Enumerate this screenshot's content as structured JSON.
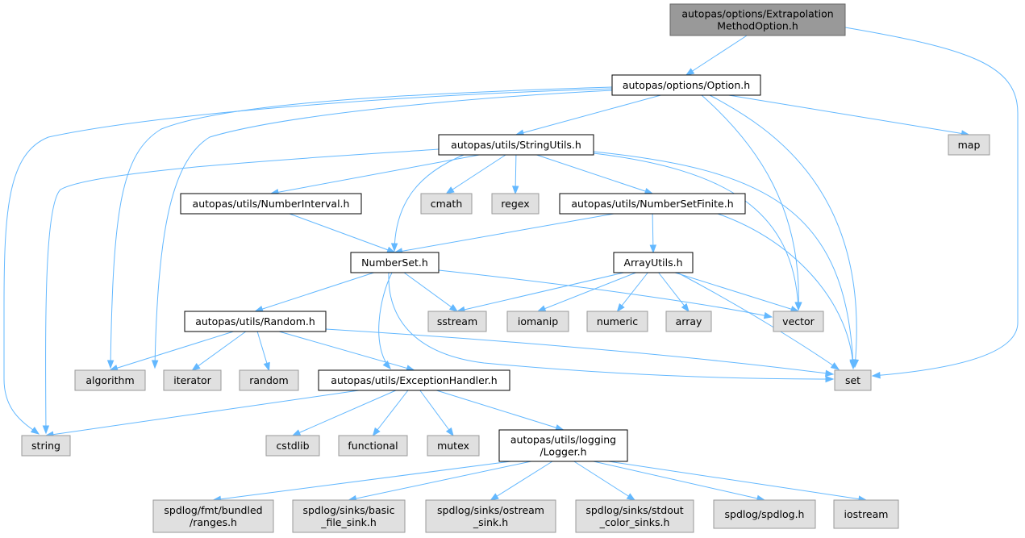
{
  "diagram": {
    "colors": {
      "root_fill": "#999999",
      "root_stroke": "#666666",
      "header_fill": "#ffffff",
      "header_stroke": "#000000",
      "system_fill": "#e0e0e0",
      "system_stroke": "#999999",
      "edge": "#63b8ff"
    },
    "nodes": [
      {
        "id": "extrapolation",
        "kind": "root",
        "lines": [
          "autopas/options/Extrapolation",
          "MethodOption.h"
        ]
      },
      {
        "id": "option",
        "kind": "header",
        "lines": [
          "autopas/options/Option.h"
        ]
      },
      {
        "id": "map",
        "kind": "system",
        "lines": [
          "map"
        ]
      },
      {
        "id": "stringutils",
        "kind": "header",
        "lines": [
          "autopas/utils/StringUtils.h"
        ]
      },
      {
        "id": "numberinterval",
        "kind": "header",
        "lines": [
          "autopas/utils/NumberInterval.h"
        ]
      },
      {
        "id": "cmath",
        "kind": "system",
        "lines": [
          "cmath"
        ]
      },
      {
        "id": "regex",
        "kind": "system",
        "lines": [
          "regex"
        ]
      },
      {
        "id": "numbersetfinite",
        "kind": "header",
        "lines": [
          "autopas/utils/NumberSetFinite.h"
        ]
      },
      {
        "id": "numberset",
        "kind": "header",
        "lines": [
          "NumberSet.h"
        ]
      },
      {
        "id": "arrayutils",
        "kind": "header",
        "lines": [
          "ArrayUtils.h"
        ]
      },
      {
        "id": "random_h",
        "kind": "header",
        "lines": [
          "autopas/utils/Random.h"
        ]
      },
      {
        "id": "sstream",
        "kind": "system",
        "lines": [
          "sstream"
        ]
      },
      {
        "id": "iomanip",
        "kind": "system",
        "lines": [
          "iomanip"
        ]
      },
      {
        "id": "numeric",
        "kind": "system",
        "lines": [
          "numeric"
        ]
      },
      {
        "id": "array",
        "kind": "system",
        "lines": [
          "array"
        ]
      },
      {
        "id": "vector",
        "kind": "system",
        "lines": [
          "vector"
        ]
      },
      {
        "id": "algorithm",
        "kind": "system",
        "lines": [
          "algorithm"
        ]
      },
      {
        "id": "iterator",
        "kind": "system",
        "lines": [
          "iterator"
        ]
      },
      {
        "id": "random",
        "kind": "system",
        "lines": [
          "random"
        ]
      },
      {
        "id": "exceptionhandler",
        "kind": "header",
        "lines": [
          "autopas/utils/ExceptionHandler.h"
        ]
      },
      {
        "id": "set",
        "kind": "system",
        "lines": [
          "set"
        ]
      },
      {
        "id": "string",
        "kind": "system",
        "lines": [
          "string"
        ]
      },
      {
        "id": "cstdlib",
        "kind": "system",
        "lines": [
          "cstdlib"
        ]
      },
      {
        "id": "functional",
        "kind": "system",
        "lines": [
          "functional"
        ]
      },
      {
        "id": "mutex",
        "kind": "system",
        "lines": [
          "mutex"
        ]
      },
      {
        "id": "logger",
        "kind": "header",
        "lines": [
          "autopas/utils/logging",
          "/Logger.h"
        ]
      },
      {
        "id": "ranges",
        "kind": "system",
        "lines": [
          "spdlog/fmt/bundled",
          "/ranges.h"
        ]
      },
      {
        "id": "basicfilesink",
        "kind": "system",
        "lines": [
          "spdlog/sinks/basic",
          "_file_sink.h"
        ]
      },
      {
        "id": "ostreamsink",
        "kind": "system",
        "lines": [
          "spdlog/sinks/ostream",
          "_sink.h"
        ]
      },
      {
        "id": "stdoutcolorsinks",
        "kind": "system",
        "lines": [
          "spdlog/sinks/stdout",
          "_color_sinks.h"
        ]
      },
      {
        "id": "spdlog",
        "kind": "system",
        "lines": [
          "spdlog/spdlog.h"
        ]
      },
      {
        "id": "iostream",
        "kind": "system",
        "lines": [
          "iostream"
        ]
      }
    ],
    "edges": [
      {
        "from": "extrapolation",
        "to": "option"
      },
      {
        "from": "extrapolation",
        "to": "set"
      },
      {
        "from": "option",
        "to": "stringutils"
      },
      {
        "from": "option",
        "to": "map"
      },
      {
        "from": "option",
        "to": "vector"
      },
      {
        "from": "option",
        "to": "set"
      },
      {
        "from": "option",
        "to": "string"
      },
      {
        "from": "option",
        "to": "algorithm"
      },
      {
        "from": "option",
        "to": "iterator"
      },
      {
        "from": "stringutils",
        "to": "numberinterval"
      },
      {
        "from": "stringutils",
        "to": "cmath"
      },
      {
        "from": "stringutils",
        "to": "regex"
      },
      {
        "from": "stringutils",
        "to": "numbersetfinite"
      },
      {
        "from": "stringutils",
        "to": "numberset"
      },
      {
        "from": "stringutils",
        "to": "string"
      },
      {
        "from": "stringutils",
        "to": "vector"
      },
      {
        "from": "stringutils",
        "to": "set"
      },
      {
        "from": "numberinterval",
        "to": "numberset"
      },
      {
        "from": "numbersetfinite",
        "to": "numberset"
      },
      {
        "from": "numbersetfinite",
        "to": "arrayutils"
      },
      {
        "from": "numbersetfinite",
        "to": "set"
      },
      {
        "from": "numberset",
        "to": "random_h"
      },
      {
        "from": "numberset",
        "to": "sstream"
      },
      {
        "from": "numberset",
        "to": "exceptionhandler"
      },
      {
        "from": "numberset",
        "to": "set"
      },
      {
        "from": "numberset",
        "to": "vector"
      },
      {
        "from": "arrayutils",
        "to": "sstream"
      },
      {
        "from": "arrayutils",
        "to": "iomanip"
      },
      {
        "from": "arrayutils",
        "to": "numeric"
      },
      {
        "from": "arrayutils",
        "to": "array"
      },
      {
        "from": "arrayutils",
        "to": "vector"
      },
      {
        "from": "arrayutils",
        "to": "set"
      },
      {
        "from": "random_h",
        "to": "algorithm"
      },
      {
        "from": "random_h",
        "to": "iterator"
      },
      {
        "from": "random_h",
        "to": "random"
      },
      {
        "from": "random_h",
        "to": "exceptionhandler"
      },
      {
        "from": "random_h",
        "to": "set"
      },
      {
        "from": "exceptionhandler",
        "to": "string"
      },
      {
        "from": "exceptionhandler",
        "to": "cstdlib"
      },
      {
        "from": "exceptionhandler",
        "to": "functional"
      },
      {
        "from": "exceptionhandler",
        "to": "mutex"
      },
      {
        "from": "exceptionhandler",
        "to": "logger"
      },
      {
        "from": "logger",
        "to": "ranges"
      },
      {
        "from": "logger",
        "to": "basicfilesink"
      },
      {
        "from": "logger",
        "to": "ostreamsink"
      },
      {
        "from": "logger",
        "to": "stdoutcolorsinks"
      },
      {
        "from": "logger",
        "to": "spdlog"
      },
      {
        "from": "logger",
        "to": "iostream"
      }
    ]
  }
}
